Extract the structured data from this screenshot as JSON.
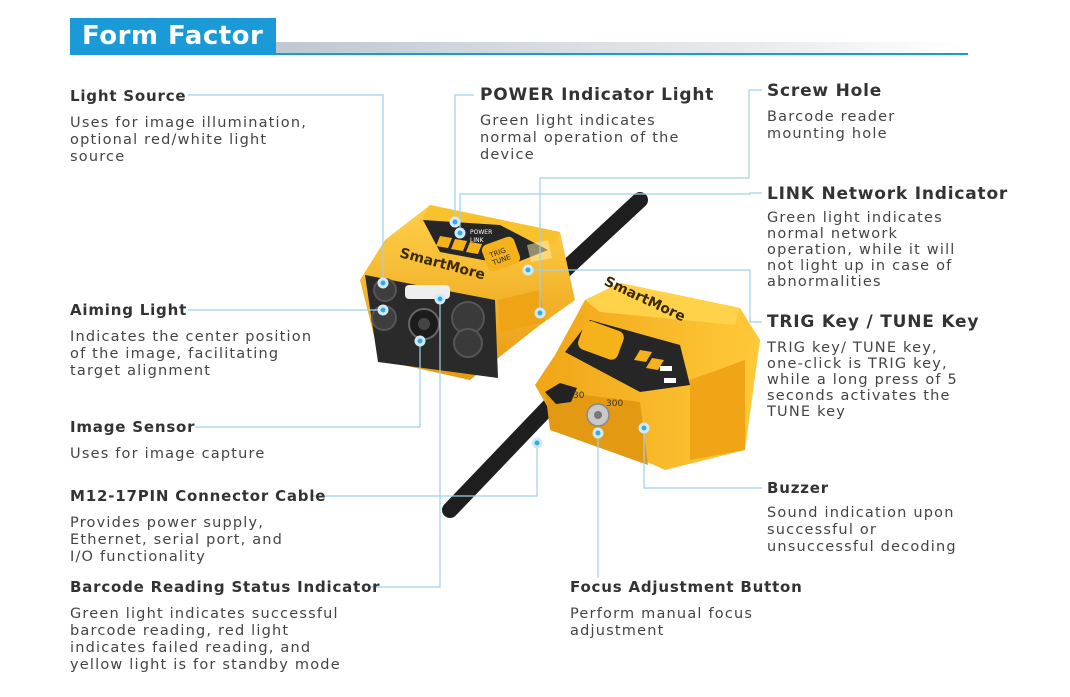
{
  "header": {
    "title": "Form Factor"
  },
  "device": {
    "brand_text": "SmartMore",
    "power_label": "POWER",
    "link_label": "LINK",
    "key_label_1": "TRIG",
    "key_label_2": "TUNE",
    "dial_min": "30",
    "dial_max": "300"
  },
  "colors": {
    "accent": "#1a9bd7",
    "device_body": "#f5b21a",
    "device_dark": "#2b2b2b"
  },
  "labels": {
    "light_source": {
      "title": "Light Source",
      "desc": [
        "Uses for image illumination,",
        "optional red/white light",
        "source"
      ]
    },
    "aiming_light": {
      "title": "Aiming Light",
      "desc": [
        "Indicates the center position",
        "of the image, facilitating",
        "target alignment"
      ]
    },
    "image_sensor": {
      "title": "Image Sensor",
      "desc": [
        "Uses for image capture"
      ]
    },
    "connector_cable": {
      "title": "M12-17PIN Connector Cable",
      "desc": [
        "Provides power supply,",
        "Ethernet, serial port, and",
        "I/O functionality"
      ]
    },
    "barcode_status": {
      "title": "Barcode Reading Status Indicator",
      "desc": [
        "Green light indicates successful",
        "barcode reading, red light",
        "indicates failed reading, and",
        "yellow light is for standby mode"
      ]
    },
    "power_indicator": {
      "title": "POWER Indicator Light",
      "desc": [
        "Green light indicates",
        "normal operation of the",
        "device"
      ]
    },
    "screw_hole": {
      "title": "Screw Hole",
      "desc": [
        "Barcode reader",
        "mounting hole"
      ]
    },
    "link_indicator": {
      "title": "LINK Network Indicator",
      "desc": [
        "Green light indicates",
        "normal network",
        "operation, while it will",
        "not light up in case of",
        "abnormalities"
      ]
    },
    "trig_key": {
      "title": "TRIG Key / TUNE Key",
      "desc": [
        "TRIG key/ TUNE key,",
        "one-click is TRIG key,",
        "while a long press of 5",
        "seconds activates the",
        "TUNE key"
      ]
    },
    "buzzer": {
      "title": "Buzzer",
      "desc": [
        "Sound indication upon",
        "successful or",
        "unsuccessful decoding"
      ]
    },
    "focus_button": {
      "title": "Focus Adjustment Button",
      "desc": [
        "Perform manual focus",
        "adjustment"
      ]
    }
  }
}
